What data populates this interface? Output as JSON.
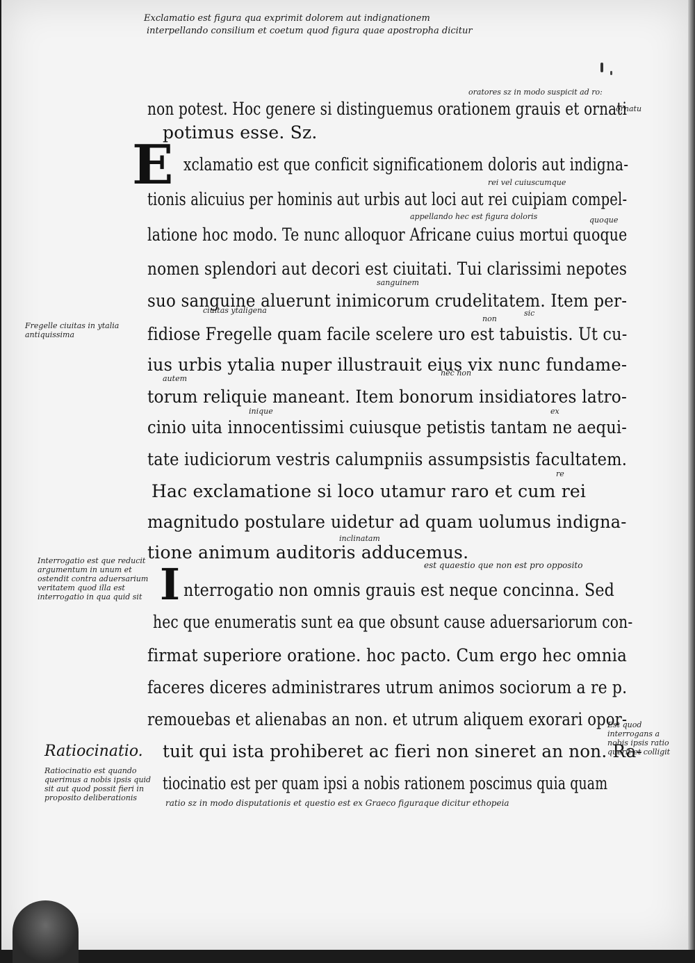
{
  "top_annotation": {
    "line1": "Exclamatio est figura qua exprimit dolorem aut indignationem",
    "line2": "interpellando consilium et coetum quod figura quae apostropha dicitur"
  },
  "main_lines": [
    "non potest. Hoc genere si distinguemus orationem grauis et ornati",
    "potimus esse. Sz.",
    "xclamatio est que conficit significationem doloris aut indigna-",
    "tionis alicuius per hominis aut urbis aut loci aut rei cuipiam compel-",
    "latione hoc modo. Te nunc alloquor Africane cuius mortui quoque",
    "nomen splendori aut decori est ciuitati. Tui clarissimi nepotes",
    "suo sanguine aluerunt inimicorum crudelitatem. Item per-",
    "fidiose Fregelle quam facile scelere uro est tabuistis. Ut cu-",
    "ius urbis ytalia nuper illustrauit eius vix nunc fundame-",
    "torum reliquie maneant. Item bonorum insidiatores latro-",
    "cinio uita innocentissimi cuiusque petistis tantam ne aequi-",
    "tate iudiciorum vestris calumpniis assumpsistis facultatem.",
    "Hac exclamatione si loco utamur raro et cum rei",
    "magnitudo postulare uidetur ad quam uolumus indigna-",
    "tione animum auditoris adducemus.",
    "nterrogatio non omnis grauis est neque concinna. Sed",
    "hec que enumeratis sunt ea que obsunt cause aduersariorum con-",
    "firmat superiore oratione. hoc pacto. Cum ergo hec omnia",
    "faceres diceres administrares utrum animos sociorum a re p.",
    "remouebas et alienabas an non. et utrum aliquem exorari opor-",
    "tuit qui ista prohiberet ac fieri non sineret an non. Ra-",
    "tiocinatio est per quam ipsi a nobis rationem poscimus quia quam"
  ],
  "interlinear": [
    "oratores sz in modo suspicit ad ro:",
    "ornatu",
    "rei vel cuiuscumque",
    "appellando hec est figura doloris",
    "quoque",
    "sanguinem",
    "ciuitas ytaligena",
    "sic",
    "non",
    "nec non",
    "autem",
    "inique",
    "ex",
    "re",
    "inclinatam",
    "est quaestio que non est pro opposito"
  ],
  "margin_notes": {
    "fregelle": "Fregelle ciuitas in ytalia antiquissima",
    "interrogatio": "Interrogatio est que reducit argumentum in unum et ostendit contra aduersarium veritatem quod illa est interrogatio in qua quid sit",
    "ratiocinatio_heading": "Ratiocinatio.",
    "ratiocinatio": "Ratiocinatio est quando querimus a nobis ipsis quid sit aut quod possit fieri in proposito deliberationis",
    "right_bottom": "Est quod interrogans a nobis ipsis ratio querit et colligit",
    "bottom_line": "ratio sz in modo disputationis et questio est ex Graeco figuraque dicitur ethopeia"
  },
  "initials": {
    "E": "E",
    "I": "I"
  }
}
